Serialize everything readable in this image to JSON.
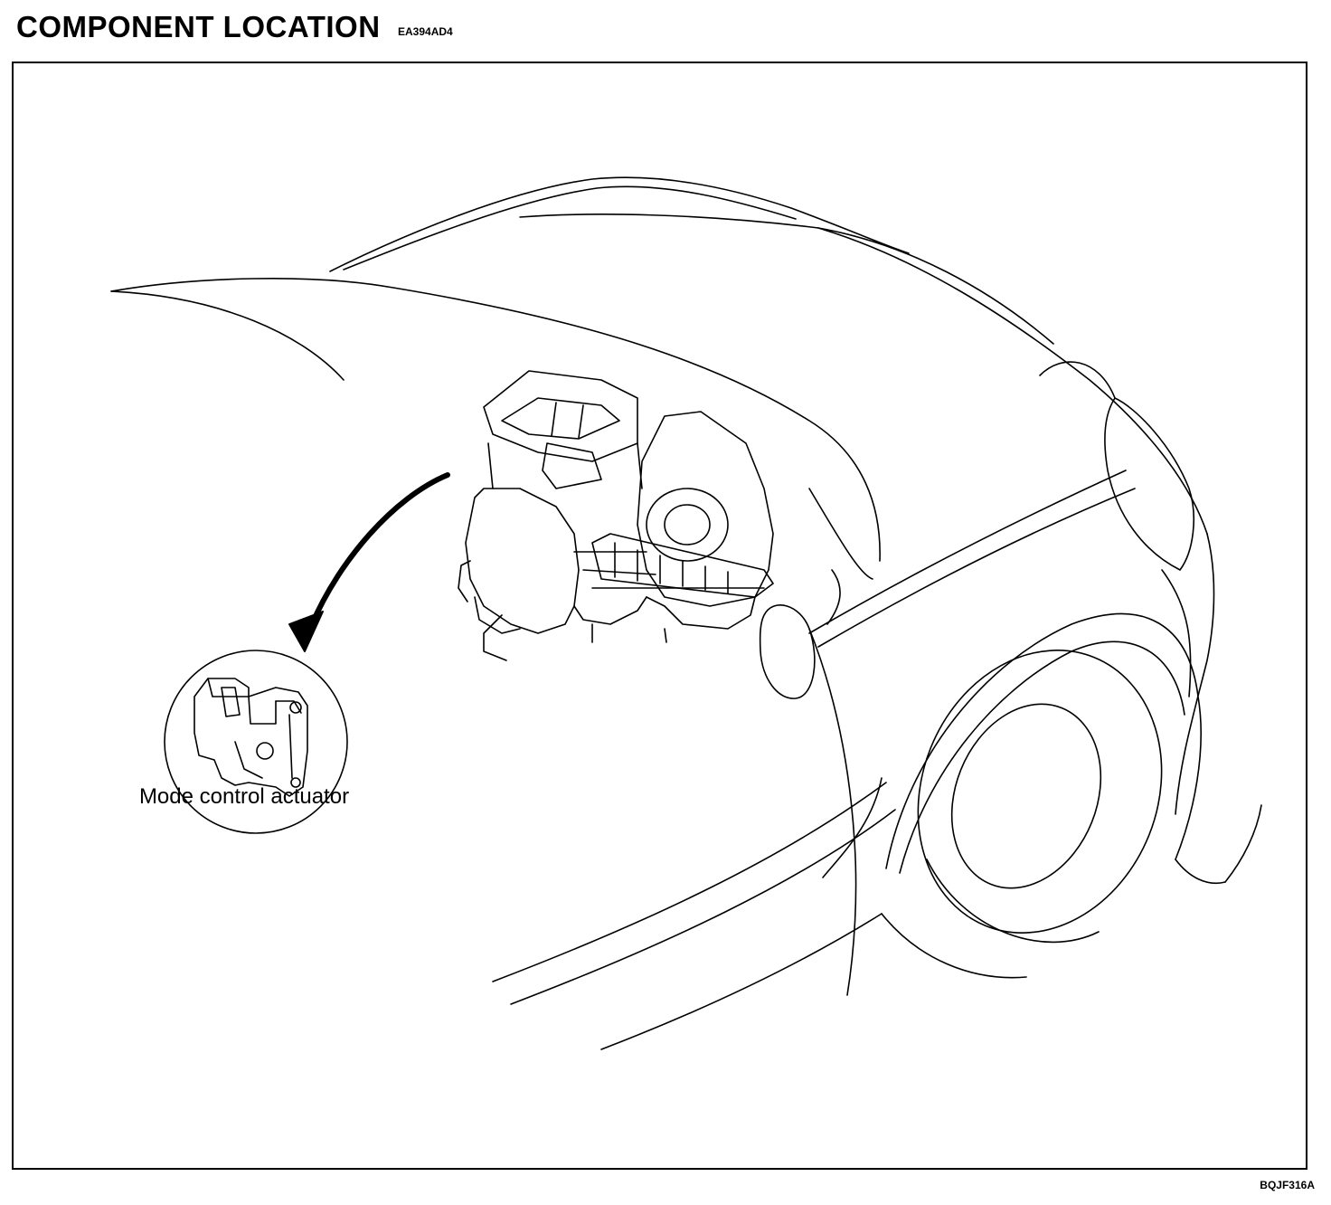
{
  "header": {
    "title": "COMPONENT LOCATION",
    "code": "EA394AD4"
  },
  "diagram": {
    "callouts": [
      {
        "label": "Mode control actuator"
      }
    ]
  },
  "footer": {
    "figure_code": "BQJF316A"
  }
}
